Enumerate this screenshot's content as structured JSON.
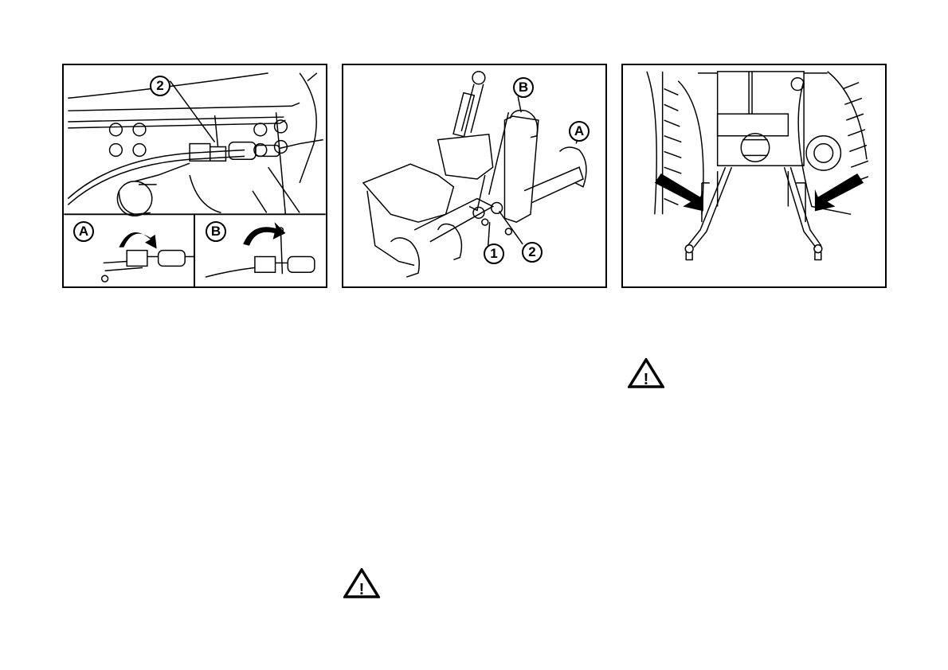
{
  "figures": {
    "fig1": {
      "callouts": {
        "main": "2",
        "inset_a": "A",
        "inset_b": "B"
      }
    },
    "fig2": {
      "callouts": {
        "b": "B",
        "a": "A",
        "one": "1",
        "two": "2"
      }
    },
    "fig3": {
      "callouts": {}
    }
  },
  "warnings": [
    {
      "icon": "warning-triangle-icon",
      "symbol": "!"
    },
    {
      "icon": "warning-triangle-icon",
      "symbol": "!"
    }
  ]
}
